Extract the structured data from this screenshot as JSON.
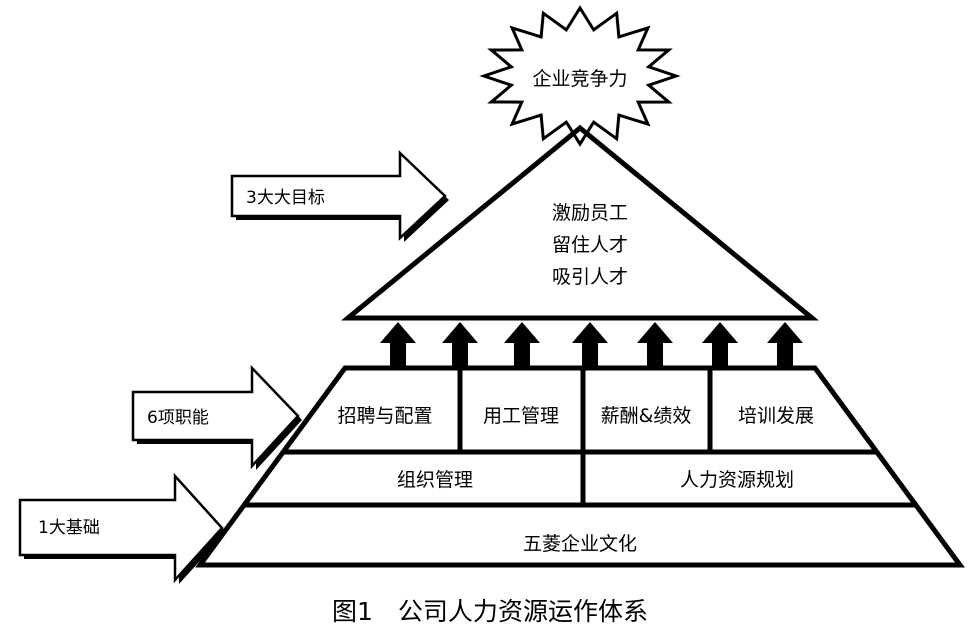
{
  "starburst": {
    "label": "企业竞争力"
  },
  "apex": {
    "lines": [
      "激励员工",
      "留住人才",
      "吸引人才"
    ]
  },
  "functions": [
    "招聘与配置",
    "用工管理",
    "薪酬&绩效",
    "培训发展"
  ],
  "organization": [
    "组织管理",
    "人力资源规划"
  ],
  "foundation": "五菱企业文化",
  "side_labels": {
    "goals": "3大大目标",
    "functions": "6项职能",
    "foundation": "1大基础"
  },
  "caption": "图1　公司人力资源运作体系",
  "colors": {
    "stroke": "#000000",
    "fill": "#ffffff"
  }
}
